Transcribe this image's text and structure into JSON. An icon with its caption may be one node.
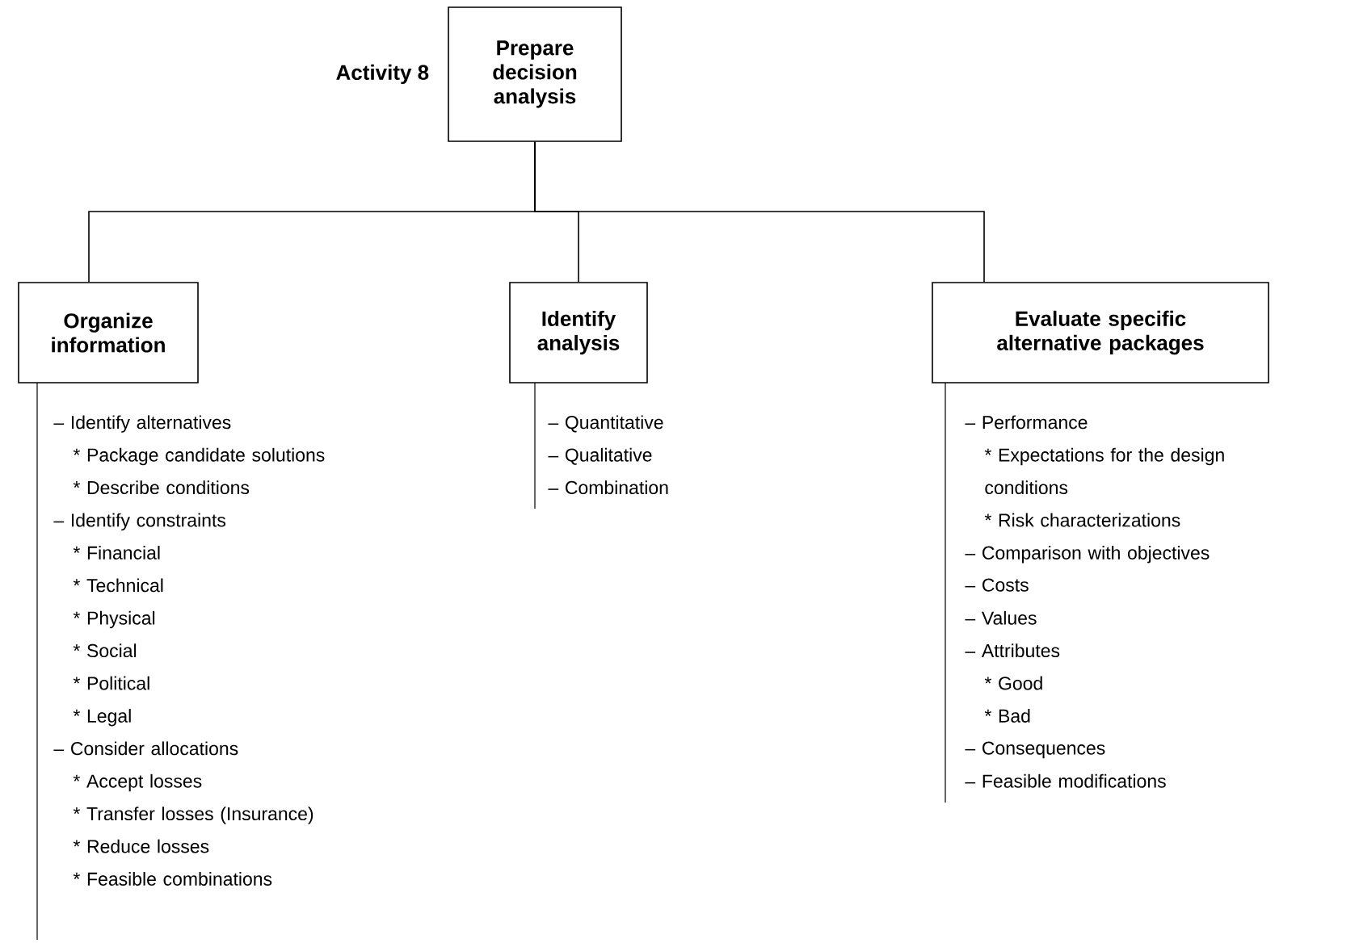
{
  "diagram": {
    "nodes": [
      {
        "text": [
          "Prepare decision analysis"
        ],
        "beside": [
          "Activity 8"
        ]
      },
      {
        "text": [
          "Organize information"
        ]
      },
      {
        "text": [
          "Identify analysis"
        ]
      },
      {
        "text": [
          "Evaluate specific alternative packages"
        ]
      }
    ],
    "edges": [
      {
        "from": 0,
        "to": 1,
        "arrow": "none"
      },
      {
        "from": 0,
        "to": 2,
        "arrow": "none"
      },
      {
        "from": 0,
        "to": 3,
        "arrow": "none"
      }
    ],
    "labels": [
      "– Identify alternatives",
      "* Package candidate solutions",
      "* Describe conditions",
      "– Identify constraints",
      "* Financial",
      "* Technical",
      "* Physical",
      "* Social",
      "* Political",
      "* Legal",
      "– Consider allocations",
      "* Accept losses",
      "* Transfer losses (Insurance)",
      "* Reduce losses",
      "* Feasible combinations",
      "– Quantitative",
      "– Qualitative",
      "– Combination",
      "– Performance",
      "* Expectations for the design conditions",
      "* Risk characterizations",
      "– Comparison with objectives",
      "– Costs",
      "– Values",
      "– Attributes",
      "* Good",
      "* Bad",
      "– Consequences",
      "– Feasible modifications"
    ]
  }
}
